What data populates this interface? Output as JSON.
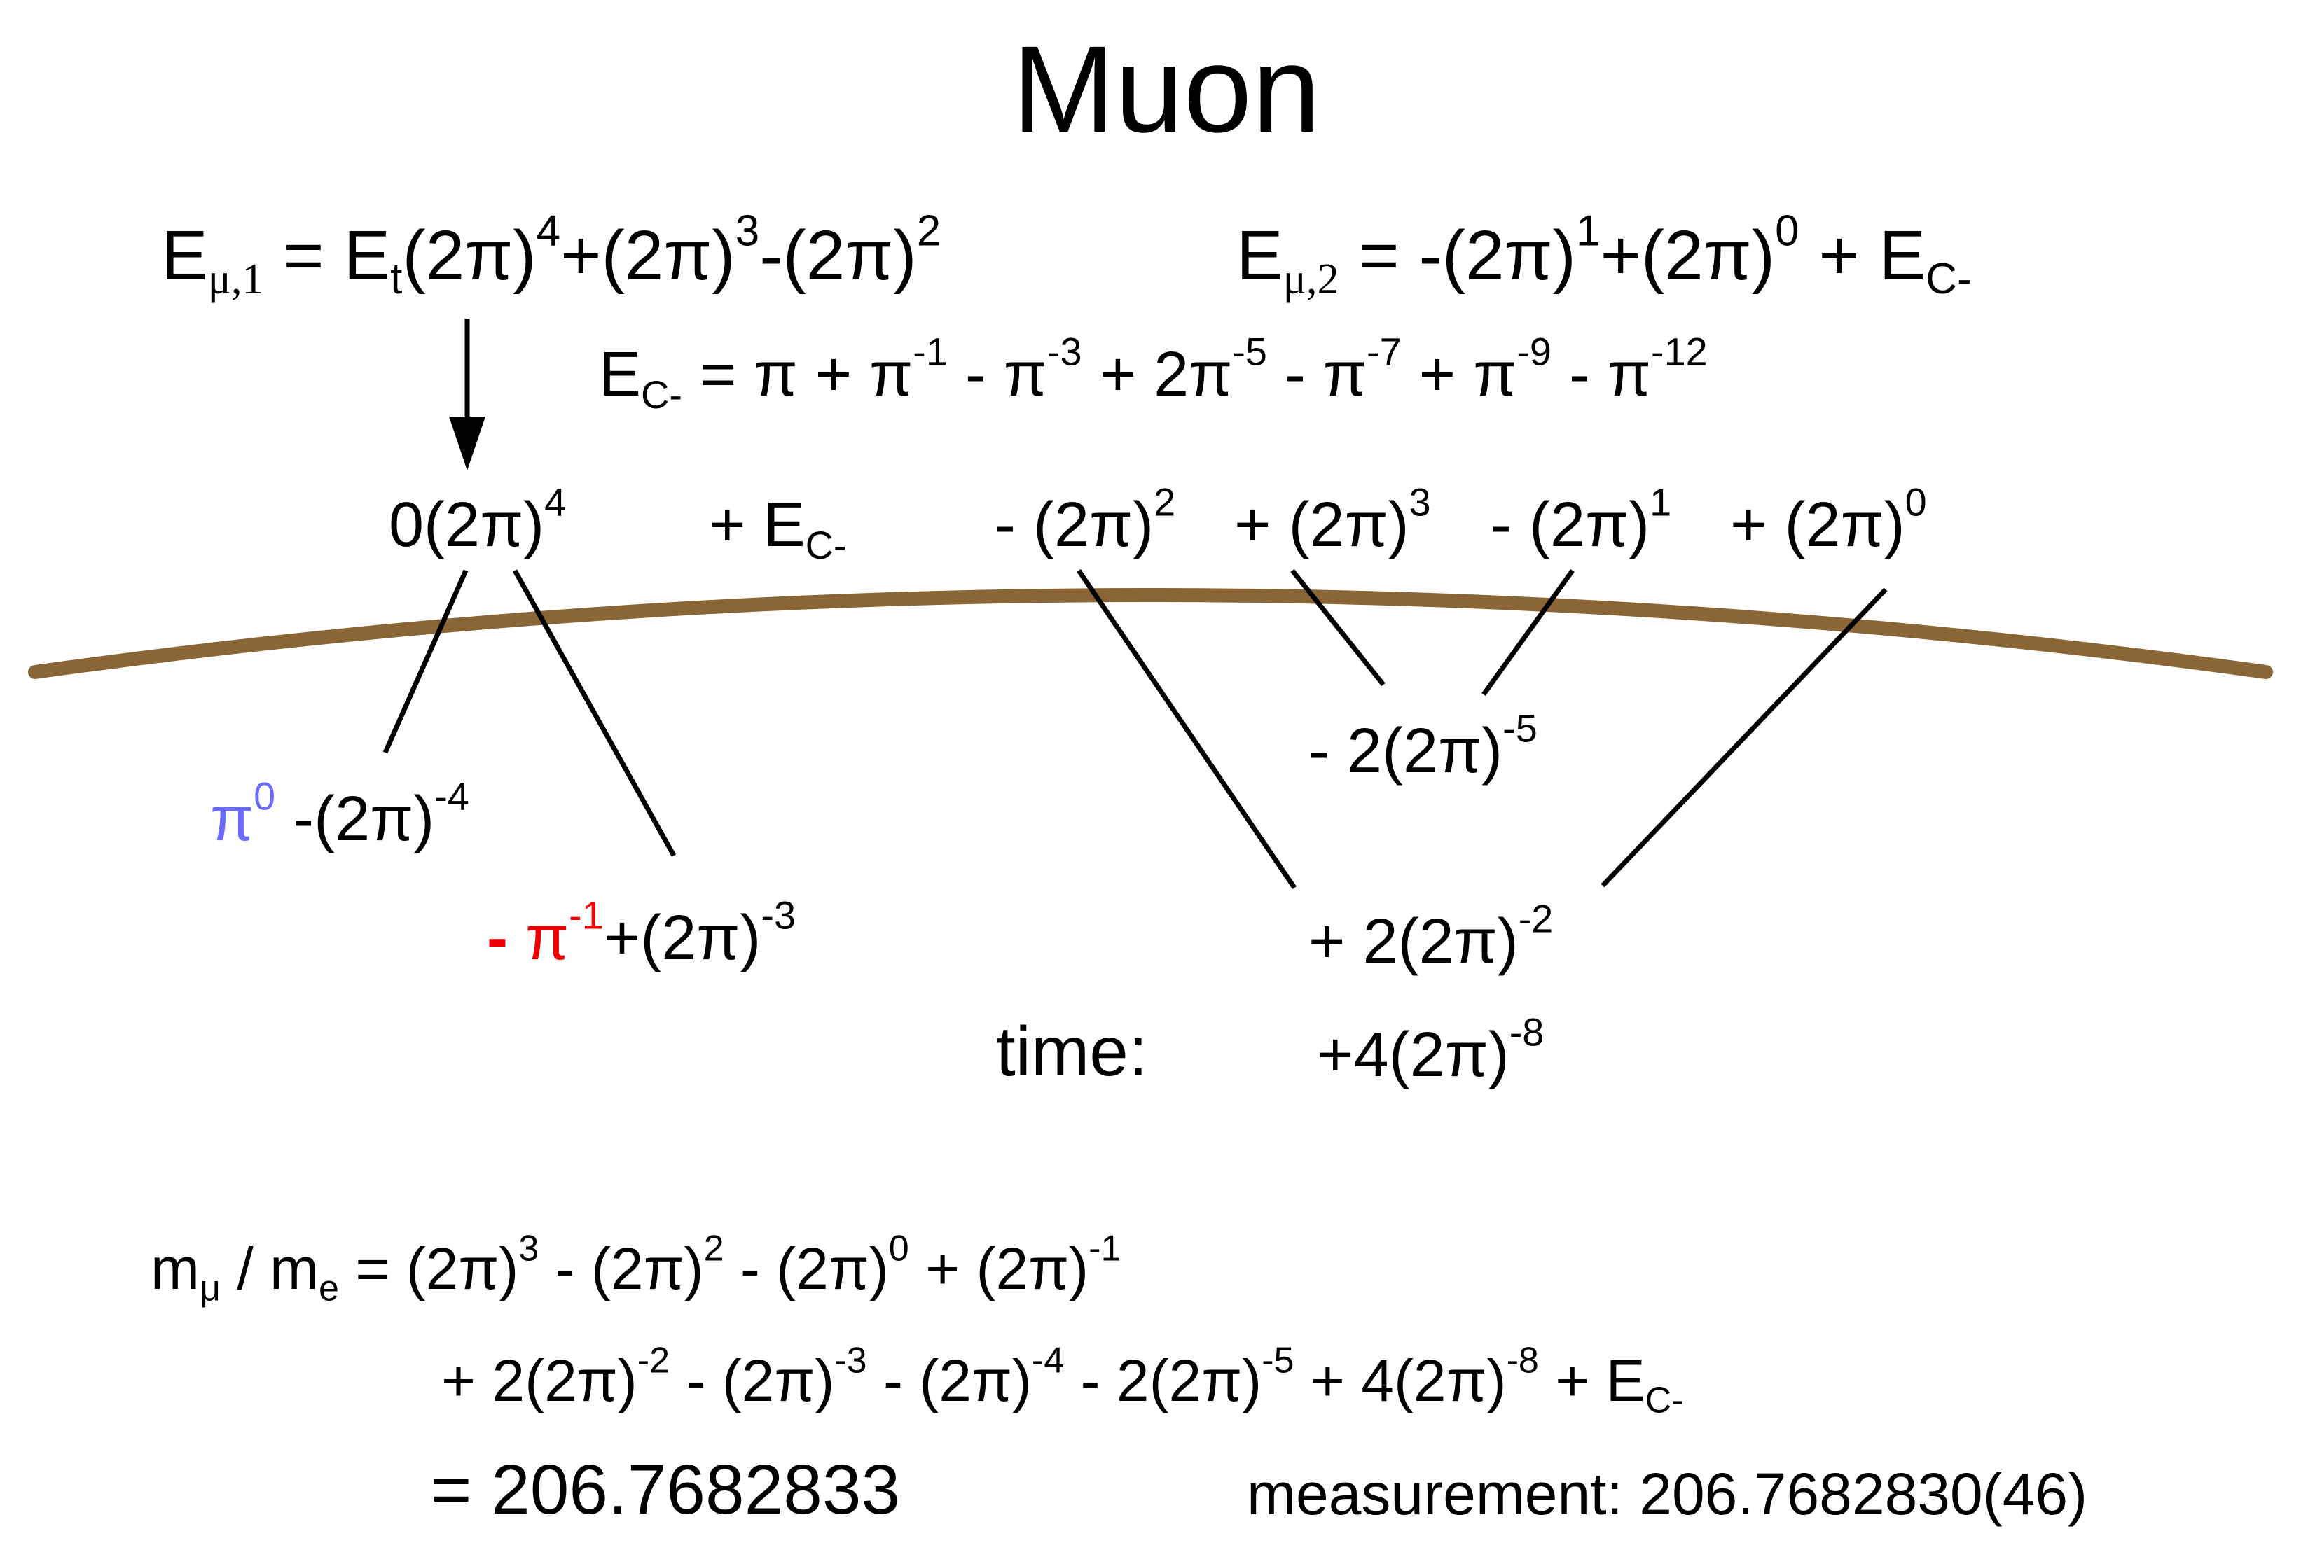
{
  "title": "Muon",
  "colors": {
    "arc": "#8a6535",
    "blue": "#6b6bff",
    "red": "#ee0000",
    "text": "#000000"
  },
  "formulas": {
    "e_mu_1": {
      "E": "E",
      "sub": "μ,1",
      "eq": "=",
      "t_E": "E",
      "t_sub": "t",
      "a": "(2π)",
      "a_exp": "4",
      "b": "+(2π)",
      "b_exp": "3",
      "c": "-(2π)",
      "c_exp": "2"
    },
    "e_mu_2": {
      "E": "E",
      "sub": "μ,2",
      "eq": "=",
      "a": "-(2π)",
      "a_exp": "1",
      "b": "+(2π)",
      "b_exp": "0",
      "c": "+ E",
      "c_sub": "C-"
    },
    "e_c": {
      "E": "E",
      "sub": "C-",
      "t1": "= π + π",
      "e1": "-1",
      "t2": " - π",
      "e2": "-3",
      "t3": " + 2π",
      "e3": "-5",
      "t4": " - π",
      "e4": "-7",
      "t5": " + π",
      "e5": "-9",
      "t6": " - π",
      "e6": "-12"
    }
  },
  "row": {
    "zero": {
      "base": "0(2π)",
      "exp": "4"
    },
    "ec": {
      "pre": "+ E",
      "sub": "C-"
    },
    "t1": {
      "base": "- (2π)",
      "exp": "2"
    },
    "t2": {
      "base": "+ (2π)",
      "exp": "3"
    },
    "t3": {
      "base": "- (2π)",
      "exp": "1"
    },
    "t4": {
      "base": "+ (2π)",
      "exp": "0"
    }
  },
  "below": {
    "pi0": {
      "base": "π",
      "exp": "0"
    },
    "neg4": {
      "base": "-(2π)",
      "exp": "-4"
    },
    "red_minus": "-",
    "red_pi": {
      "base": " π",
      "exp": "-1"
    },
    "plus3": {
      "base": "+(2π)",
      "exp": "-3"
    },
    "neg5": {
      "base": "- 2(2π)",
      "exp": "-5"
    },
    "plus2": {
      "base": "+ 2(2π)",
      "exp": "-2"
    },
    "time_label": "time:",
    "time_val": {
      "base": "+4(2π)",
      "exp": "-8"
    }
  },
  "result": {
    "m_mu": "m",
    "mu_sub": "μ",
    "slash": " / m",
    "e_sub": "e",
    "l1": [
      {
        "t": " = (2π)",
        "e": "3"
      },
      {
        "t": " - (2π)",
        "e": "2"
      },
      {
        "t": "  - (2π)",
        "e": "0"
      },
      {
        "t": " + (2π)",
        "e": "-1"
      }
    ],
    "l2": [
      {
        "t": "+ 2(2π)",
        "e": "-2"
      },
      {
        "t": " - (2π)",
        "e": "-3"
      },
      {
        "t": " - (2π)",
        "e": "-4"
      },
      {
        "t": " - 2(2π)",
        "e": "-5"
      },
      {
        "t": " + 4(2π)",
        "e": "-8"
      },
      {
        "t": " + E",
        "s": "C-"
      }
    ],
    "value": "= 206.7682833",
    "measurement": "measurement: 206.7682830(46)"
  }
}
